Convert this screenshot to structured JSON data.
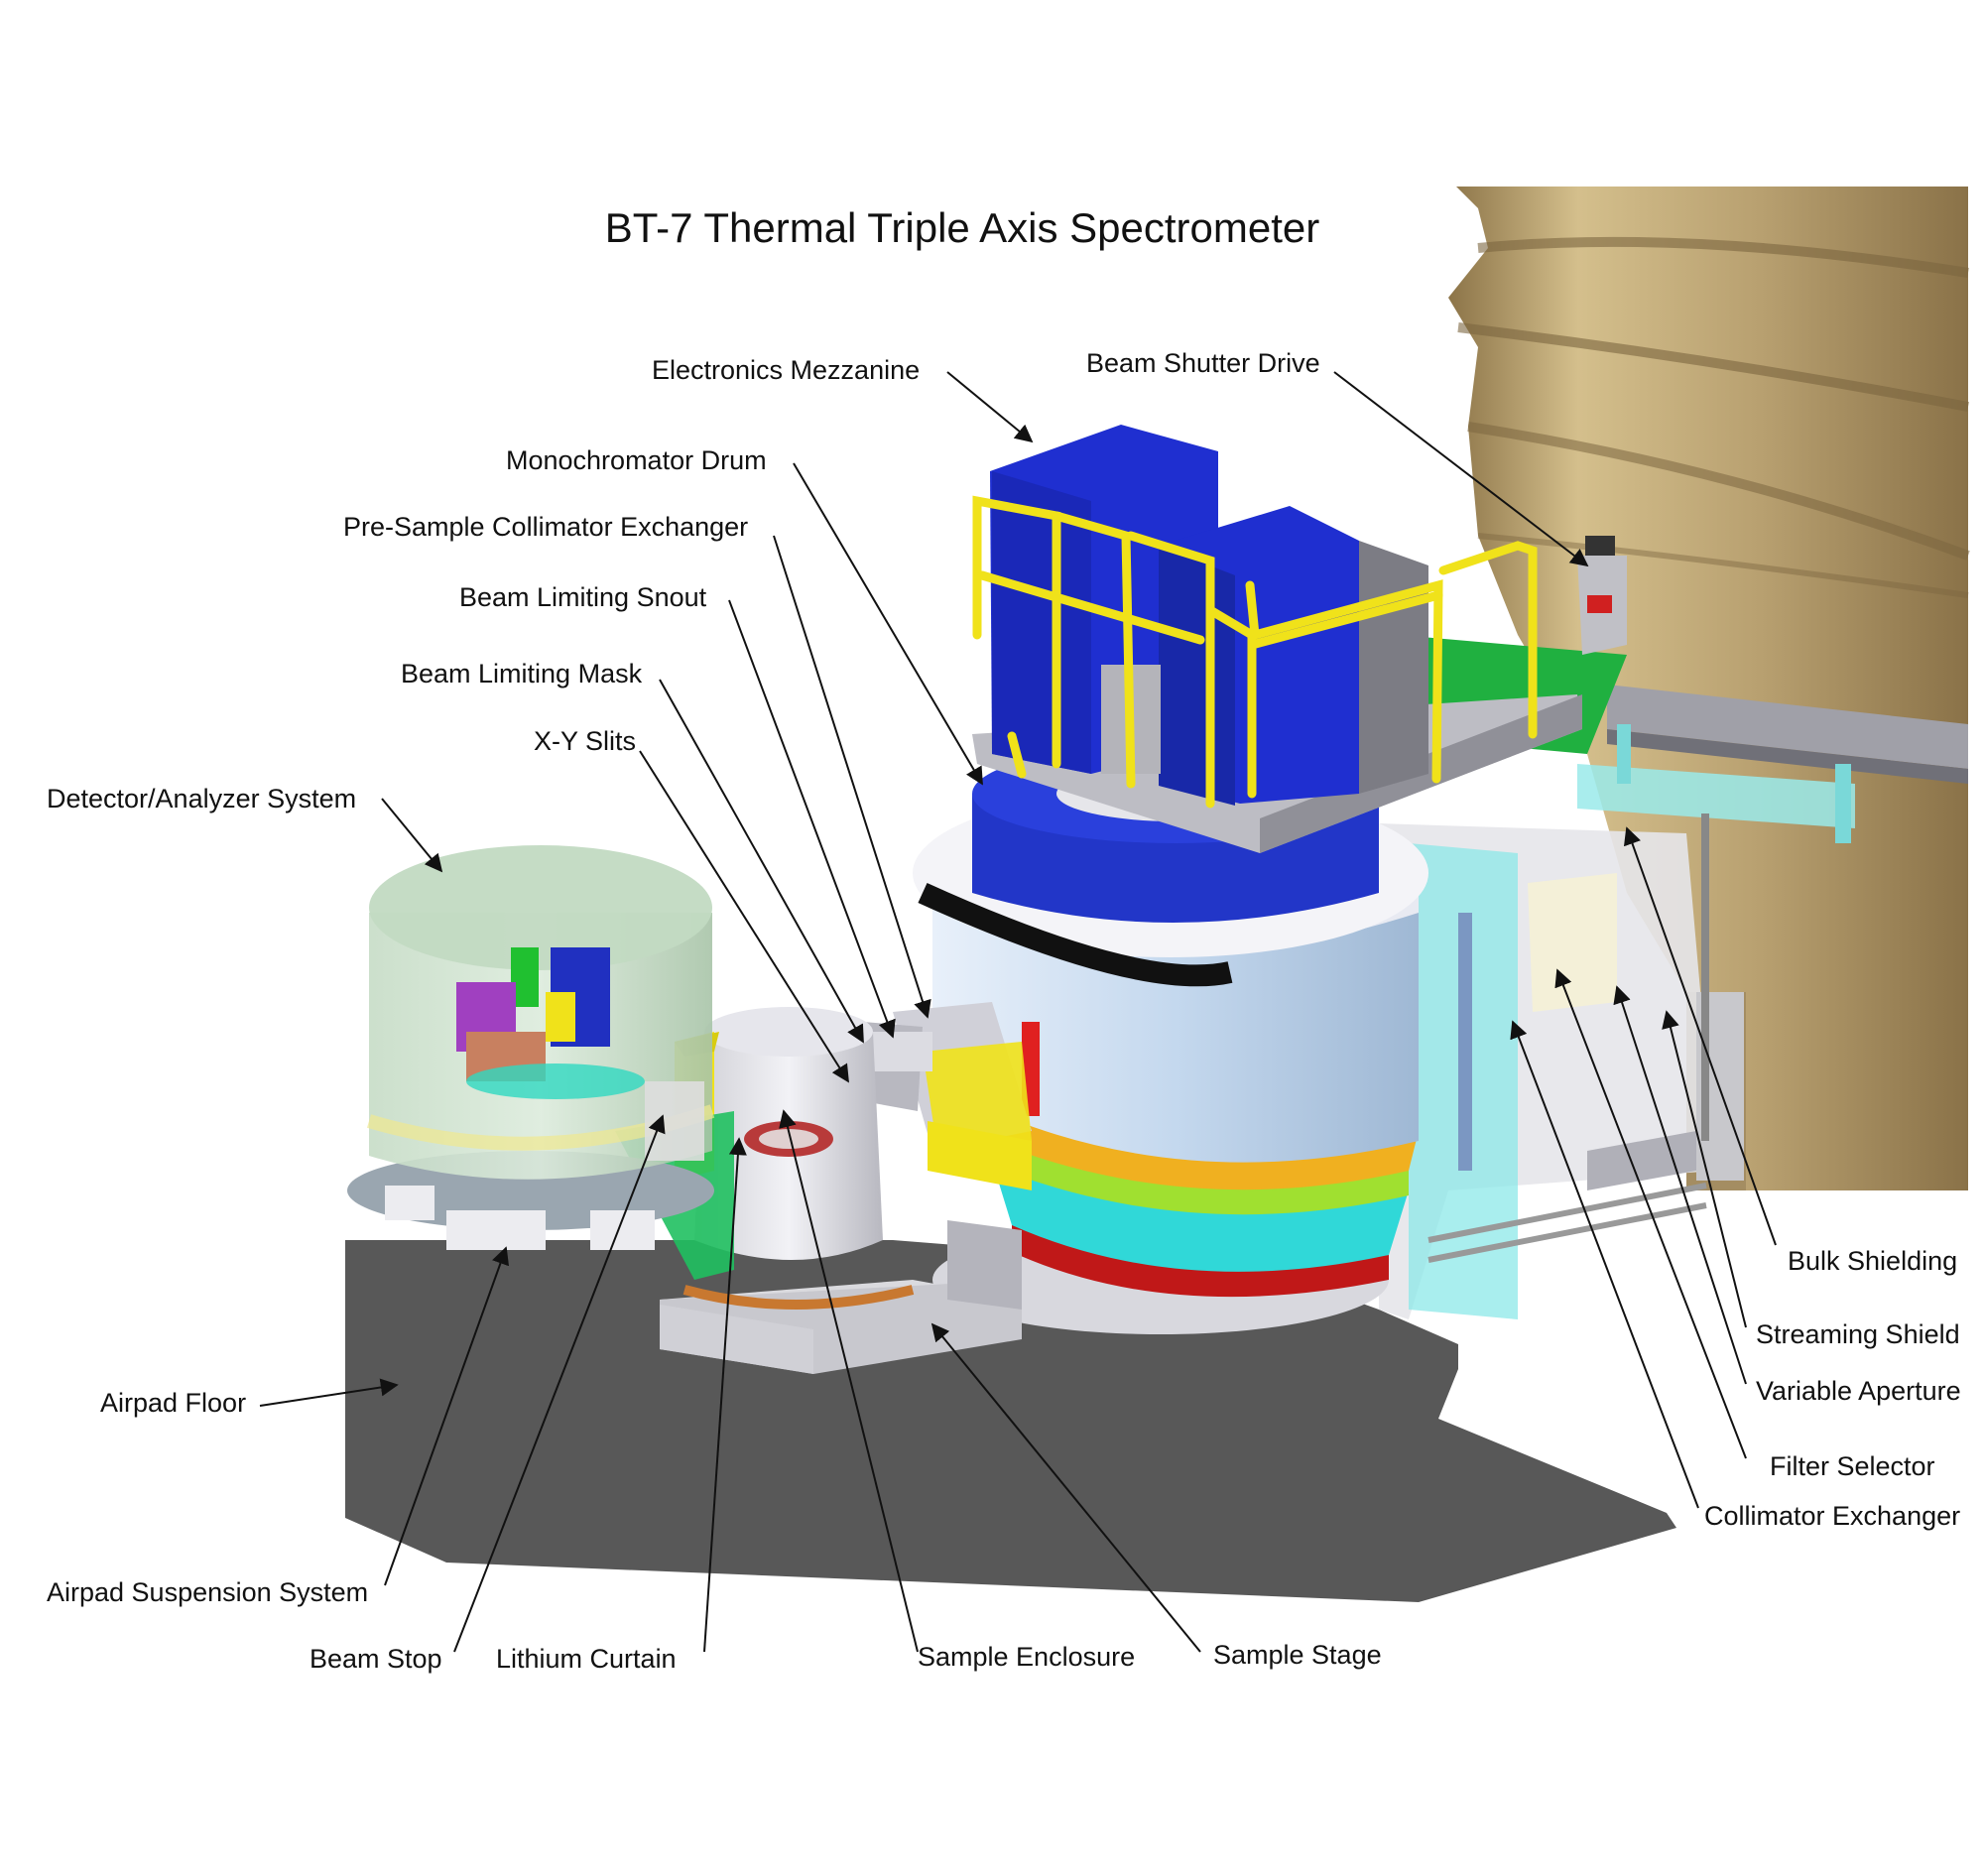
{
  "title": "BT-7 Thermal Triple Axis Spectrometer",
  "labels": {
    "electronics_mezzanine": "Electronics  Mezzanine",
    "beam_shutter_drive": "Beam Shutter Drive",
    "monochromator_drum": "Monochromator Drum",
    "pre_sample_collimator_exchanger": "Pre-Sample Collimator Exchanger",
    "beam_limiting_snout": "Beam Limiting Snout",
    "beam_limiting_mask": "Beam Limiting Mask",
    "xy_slits": "X-Y Slits",
    "detector_analyzer_system": "Detector/Analyzer System",
    "airpad_floor": "Airpad Floor",
    "airpad_suspension_system": "Airpad Suspension System",
    "beam_stop": "Beam Stop",
    "lithium_curtain": "Lithium Curtain",
    "sample_enclosure": "Sample Enclosure",
    "sample_stage": "Sample Stage",
    "bulk_shielding": "Bulk Shielding",
    "streaming_shield": "Streaming Shield",
    "variable_aperture": "Variable Aperture",
    "filter_selector": "Filter Selector",
    "collimator_exchanger": "Collimator Exchanger"
  },
  "colors": {
    "floor": "#585858",
    "shielding": "#b39b6c",
    "mezzanine_blue": "#1f2fd0",
    "railing_yellow": "#f0e21a",
    "drum_blue": "#2236c8",
    "drum_lightblue": "#c8dcf0",
    "drum_red": "#e02020",
    "drum_orange": "#f0b020",
    "drum_green": "#a0e030",
    "drum_cyan": "#30d8d8",
    "detector_green": "#b8d8b8",
    "aqua_panel": "#88e8e8"
  }
}
